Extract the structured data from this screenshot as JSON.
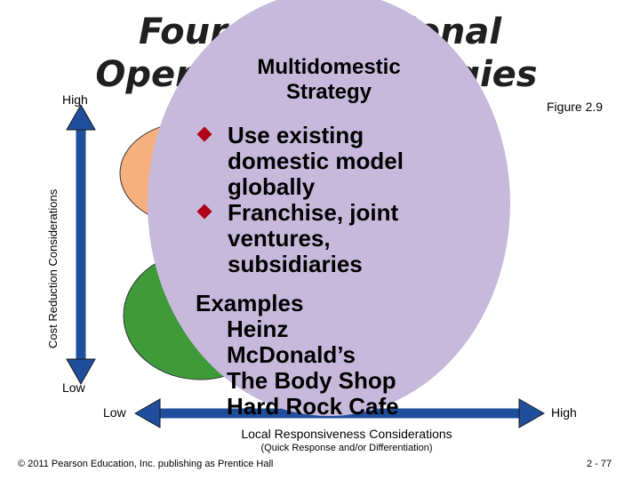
{
  "slide": {
    "title_line1": "Four International",
    "title_line2": "Operations Strategies",
    "figure_label": "Figure 2.9",
    "footer_copyright": "© 2011 Pearson Education, Inc. publishing as Prentice Hall",
    "page_number": "2 - 77"
  },
  "axes": {
    "y_label": "Cost Reduction Considerations",
    "y_high": "High",
    "y_low": "Low",
    "x_label": "Local Responsiveness Considerations",
    "x_sublabel": "(Quick Response and/or Differentiation)",
    "x_low": "Low",
    "x_high": "High"
  },
  "overlay": {
    "title_line1": "Multidomestic",
    "title_line2": "Strategy",
    "bullets": [
      "Use existing domestic model globally",
      "Franchise, joint ventures, subsidiaries"
    ],
    "examples_heading": "Examples",
    "examples": [
      "Heinz",
      "McDonald’s",
      "The Body Shop",
      "Hard Rock Cafe"
    ]
  },
  "colors": {
    "arrow": "#1f4e9c",
    "orange_ellipse": "#f5b07e",
    "green_ellipse": "#3f9a3a",
    "overlay_fill": "#c6b9dc",
    "bullet": "#b0001a"
  }
}
